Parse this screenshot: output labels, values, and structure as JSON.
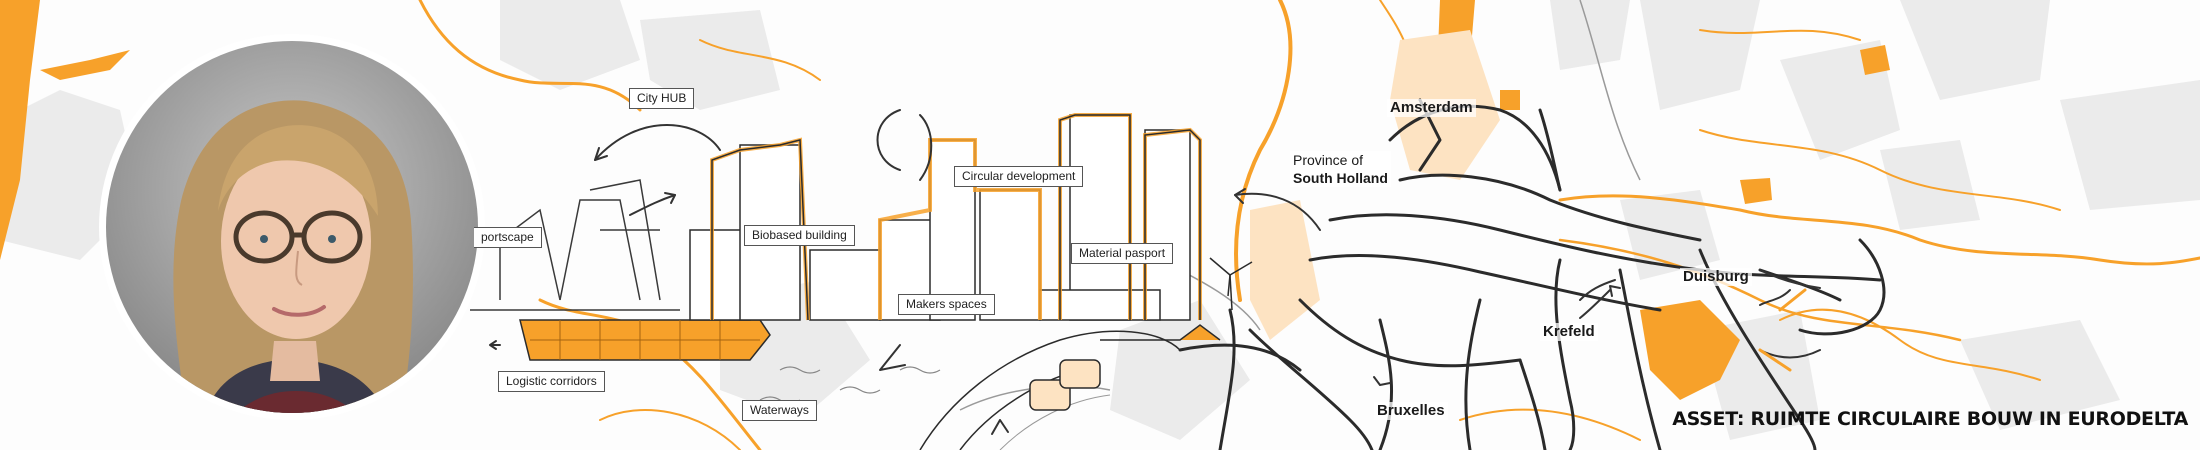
{
  "labels": {
    "city_hub": "City HUB",
    "portscape": "portscape",
    "biobased_building": "Biobased building",
    "circular_development": "Circular development",
    "material_pasport": "Material pasport",
    "makers_spaces": "Makers spaces",
    "logistic_corridors": "Logistic corridors",
    "waterways": "Waterways"
  },
  "places": {
    "amsterdam": "Amsterdam",
    "province_line1": "Province of",
    "province_line2": "South Holland",
    "duisburg": "Duisburg",
    "krefeld": "Krefeld",
    "bruxelles": "Bruxelles"
  },
  "caption": "ASSET: RUIMTE CIRCULAIRE BOUW IN EURODELTA",
  "colors": {
    "accent_orange": "#F7A12A",
    "line_dark": "#2b2b2b",
    "map_grey": "#e9e9e9"
  }
}
